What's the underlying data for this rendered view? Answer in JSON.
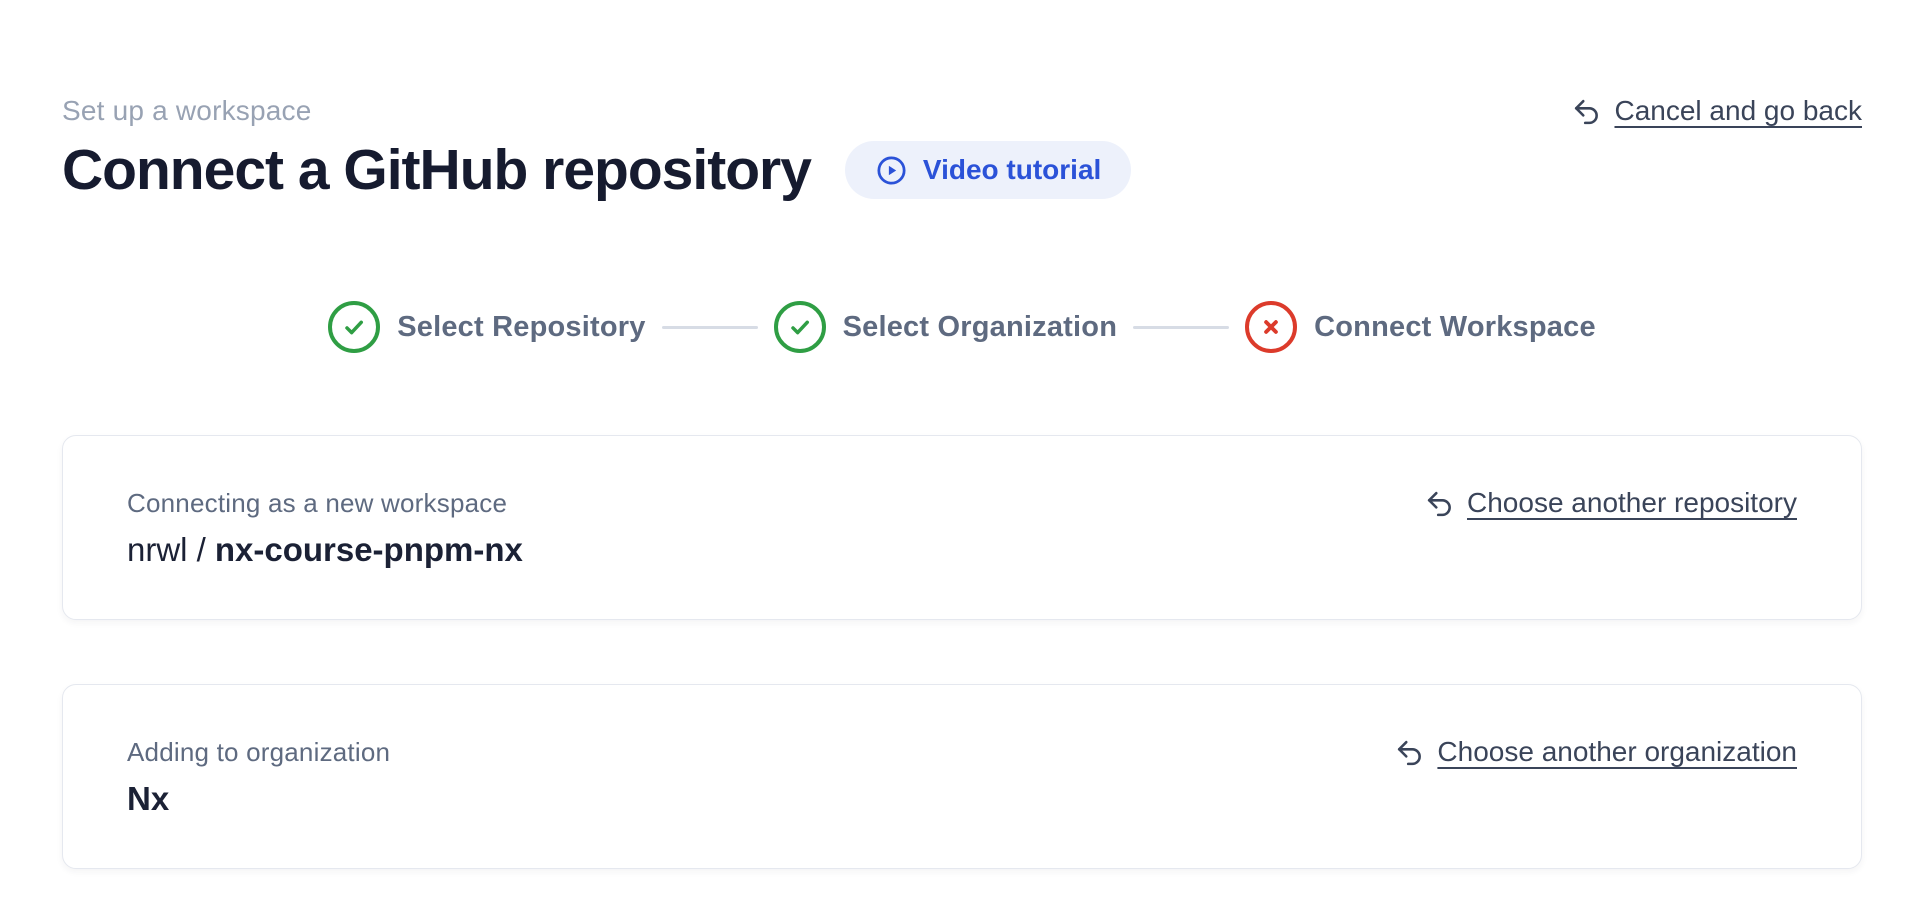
{
  "page": {
    "eyebrow": "Set up a workspace",
    "title": "Connect a GitHub repository",
    "video_button_label": "Video tutorial",
    "cancel_label": "Cancel and go back"
  },
  "stepper": {
    "steps": [
      {
        "label": "Select Repository",
        "status": "complete"
      },
      {
        "label": "Select Organization",
        "status": "complete"
      },
      {
        "label": "Connect Workspace",
        "status": "error"
      }
    ]
  },
  "cards": {
    "repository": {
      "label": "Connecting as a new workspace",
      "owner": "nrwl /",
      "repo": "nx-course-pnpm-nx",
      "action": "Choose another repository"
    },
    "organization": {
      "label": "Adding to organization",
      "name": "Nx",
      "action": "Choose another organization"
    }
  },
  "colors": {
    "success_green": "#2f9e44",
    "error_red": "#dc3b2b",
    "accent_blue": "#2b52d8",
    "accent_blue_bg": "#edf1fb",
    "heading_text": "#161b2f",
    "muted_text": "#5e6a80",
    "eyebrow_text": "#98a2b3",
    "link_text": "#3a4459",
    "card_border": "#e5e8ef",
    "connector": "#d7dce5"
  }
}
